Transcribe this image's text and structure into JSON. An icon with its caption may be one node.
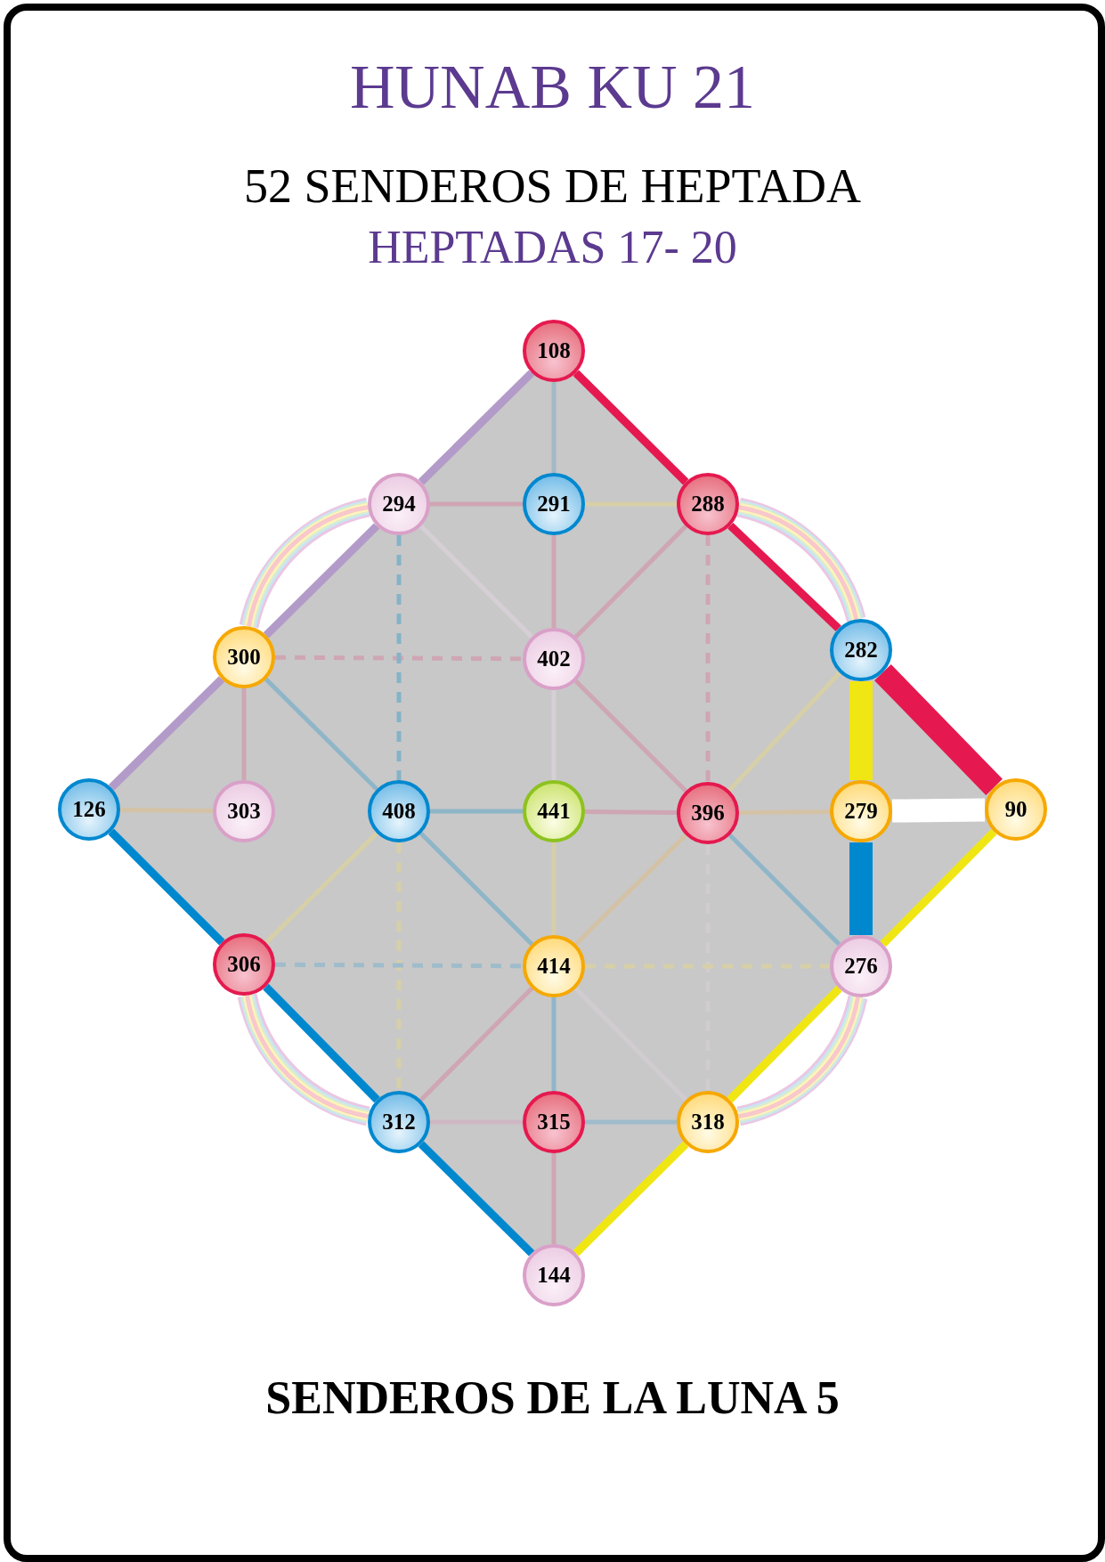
{
  "diagram": {
    "title": "HUNAB KU 21",
    "caption": "SENDEROS DE LA LUNA 5",
    "labels": [
      "52 SENDEROS DE HEPTADA",
      "HEPTADAS 17- 20"
    ],
    "nodes": [
      {
        "text": [
          "108"
        ]
      },
      {
        "text": [
          "294"
        ]
      },
      {
        "text": [
          "291"
        ]
      },
      {
        "text": [
          "288"
        ]
      },
      {
        "text": [
          "300"
        ]
      },
      {
        "text": [
          "402"
        ]
      },
      {
        "text": [
          "282"
        ]
      },
      {
        "text": [
          "126"
        ]
      },
      {
        "text": [
          "303"
        ]
      },
      {
        "text": [
          "408"
        ]
      },
      {
        "text": [
          "441"
        ]
      },
      {
        "text": [
          "396"
        ]
      },
      {
        "text": [
          "279"
        ]
      },
      {
        "text": [
          "90"
        ]
      },
      {
        "text": [
          "306"
        ]
      },
      {
        "text": [
          "414"
        ]
      },
      {
        "text": [
          "276"
        ]
      },
      {
        "text": [
          "312"
        ]
      },
      {
        "text": [
          "315"
        ]
      },
      {
        "text": [
          "318"
        ]
      },
      {
        "text": [
          "144"
        ]
      }
    ],
    "edges": [
      {
        "from": 0,
        "to": 1,
        "arrow": "none",
        "style": "thick",
        "color": "#b39bc9"
      },
      {
        "from": 1,
        "to": 4,
        "arrow": "none",
        "style": "thick",
        "color": "#b39bc9"
      },
      {
        "from": 4,
        "to": 7,
        "arrow": "none",
        "style": "thick",
        "color": "#b39bc9"
      },
      {
        "from": 0,
        "to": 3,
        "arrow": "none",
        "style": "thick",
        "color": "#e5194f"
      },
      {
        "from": 3,
        "to": 6,
        "arrow": "none",
        "style": "thick",
        "color": "#e5194f"
      },
      {
        "from": 6,
        "to": 13,
        "arrow": "none",
        "style": "thick",
        "color": "#e5194f"
      },
      {
        "from": 7,
        "to": 14,
        "arrow": "none",
        "style": "thick",
        "color": "#0088cf"
      },
      {
        "from": 14,
        "to": 17,
        "arrow": "none",
        "style": "thick",
        "color": "#0088cf"
      },
      {
        "from": 17,
        "to": 20,
        "arrow": "none",
        "style": "thick",
        "color": "#0088cf"
      },
      {
        "from": 20,
        "to": 19,
        "arrow": "none",
        "style": "thick",
        "color": "#f0e614"
      },
      {
        "from": 19,
        "to": 16,
        "arrow": "none",
        "style": "thick",
        "color": "#f0e614"
      },
      {
        "from": 16,
        "to": 13,
        "arrow": "none",
        "style": "thick",
        "color": "#f0e614"
      },
      {
        "from": 6,
        "to": 12,
        "arrow": "none",
        "style": "thick",
        "color": "#f0e614"
      },
      {
        "from": 12,
        "to": 16,
        "arrow": "none",
        "style": "thick",
        "color": "#0088cf"
      },
      {
        "from": 12,
        "to": 13,
        "arrow": "none",
        "style": "thick",
        "color": "#ffffff"
      },
      {
        "from": 1,
        "to": 4,
        "arrow": "none",
        "style": "thick",
        "color": "#ecc6e2"
      },
      {
        "from": 3,
        "to": 6,
        "arrow": "none",
        "style": "thick",
        "color": "#ecc6e2"
      },
      {
        "from": 14,
        "to": 17,
        "arrow": "none",
        "style": "thick",
        "color": "#ecc6e2"
      },
      {
        "from": 16,
        "to": 19,
        "arrow": "none",
        "style": "thick",
        "color": "#ecc6e2"
      },
      {
        "from": 0,
        "to": 2,
        "arrow": "none",
        "color": "#a3b9c6"
      },
      {
        "from": 1,
        "to": 2,
        "arrow": "none",
        "color": "#cfa6b3"
      },
      {
        "from": 2,
        "to": 3,
        "arrow": "none",
        "color": "#d6cfa8"
      },
      {
        "from": 2,
        "to": 5,
        "arrow": "none",
        "color": "#cfa6b3"
      },
      {
        "from": 4,
        "to": 5,
        "arrow": "none",
        "style": "dashed",
        "color": "#cfa6b3"
      },
      {
        "from": 1,
        "to": 9,
        "arrow": "none",
        "style": "dashed",
        "color": "#84b3c8"
      },
      {
        "from": 1,
        "to": 5,
        "arrow": "none",
        "color": "#d6d0d6"
      },
      {
        "from": 3,
        "to": 5,
        "arrow": "none",
        "color": "#cfa6b3"
      },
      {
        "from": 3,
        "to": 11,
        "arrow": "none",
        "style": "dashed",
        "color": "#cfa6b3"
      },
      {
        "from": 5,
        "to": 11,
        "arrow": "none",
        "color": "#cfa6b3"
      },
      {
        "from": 5,
        "to": 10,
        "arrow": "none",
        "color": "#d6d0d6"
      },
      {
        "from": 4,
        "to": 8,
        "arrow": "none",
        "color": "#cfa6b3"
      },
      {
        "from": 4,
        "to": 9,
        "arrow": "none",
        "color": "#8fb6c8"
      },
      {
        "from": 6,
        "to": 11,
        "arrow": "none",
        "color": "#d6cfa8"
      },
      {
        "from": 7,
        "to": 8,
        "arrow": "none",
        "color": "#d4c2a6"
      },
      {
        "from": 9,
        "to": 10,
        "arrow": "none",
        "color": "#8fb6c8"
      },
      {
        "from": 10,
        "to": 11,
        "arrow": "none",
        "color": "#cfa6b3"
      },
      {
        "from": 11,
        "to": 12,
        "arrow": "none",
        "color": "#d4c2a6"
      },
      {
        "from": 9,
        "to": 14,
        "arrow": "none",
        "color": "#d6cfa8"
      },
      {
        "from": 9,
        "to": 15,
        "arrow": "none",
        "color": "#8fb6c8"
      },
      {
        "from": 9,
        "to": 17,
        "arrow": "none",
        "style": "dashed",
        "color": "#d6cfa8"
      },
      {
        "from": 10,
        "to": 15,
        "arrow": "none",
        "color": "#d6cfa8"
      },
      {
        "from": 11,
        "to": 15,
        "arrow": "none",
        "color": "#d4c2a6"
      },
      {
        "from": 11,
        "to": 16,
        "arrow": "none",
        "color": "#8fb6c8"
      },
      {
        "from": 11,
        "to": 19,
        "arrow": "none",
        "style": "dashed",
        "color": "#d0ccd0"
      },
      {
        "from": 14,
        "to": 15,
        "arrow": "none",
        "style": "dashed",
        "color": "#9fbccb"
      },
      {
        "from": 15,
        "to": 16,
        "arrow": "none",
        "style": "dashed",
        "color": "#d6cfa8"
      },
      {
        "from": 15,
        "to": 17,
        "arrow": "none",
        "color": "#cfa6b3"
      },
      {
        "from": 15,
        "to": 18,
        "arrow": "none",
        "color": "#8fb6c8"
      },
      {
        "from": 15,
        "to": 19,
        "arrow": "none",
        "color": "#d0ccd0"
      },
      {
        "from": 17,
        "to": 18,
        "arrow": "none",
        "color": "#cfb7c3"
      },
      {
        "from": 18,
        "to": 19,
        "arrow": "none",
        "color": "#9fbccb"
      },
      {
        "from": 18,
        "to": 20,
        "arrow": "none",
        "color": "#cfa6b3"
      }
    ]
  }
}
